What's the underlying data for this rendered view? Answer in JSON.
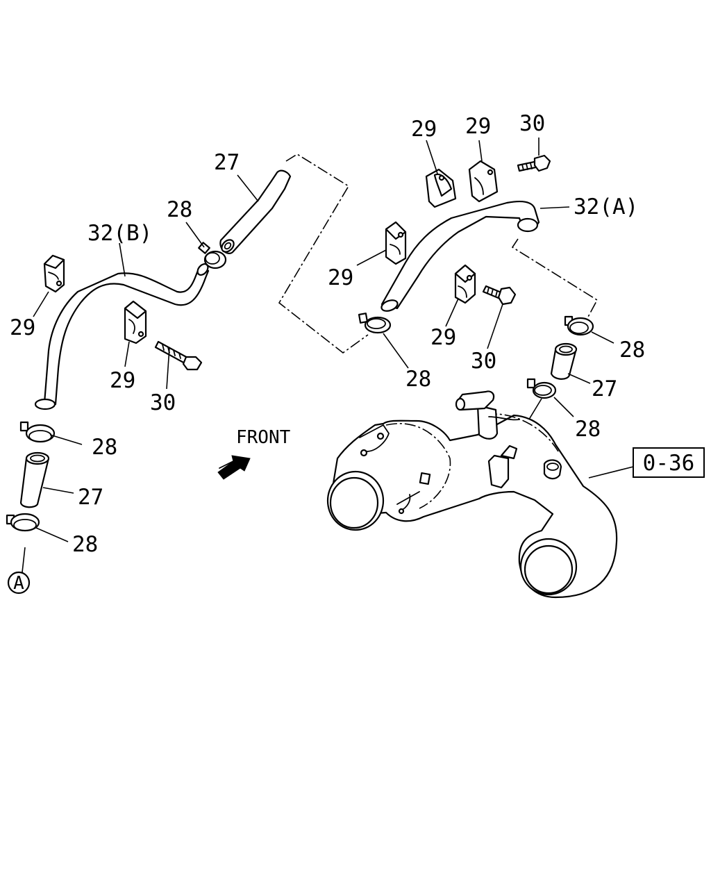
{
  "diagram": {
    "labels": {
      "p27_top": "27",
      "p28_top_left": "28",
      "p32_b": "32(B)",
      "p29_left": "29",
      "p29_mid_left": "29",
      "p30_mid_left": "30",
      "p28_left_upper": "28",
      "p27_left": "27",
      "p28_left_lower": "28",
      "marker_a": "A",
      "front": "FRONT",
      "p29_top_1": "29",
      "p29_top_2": "29",
      "p30_top": "30",
      "p32_a": "32(A)",
      "p29_right_left": "29",
      "p29_right_mid": "29",
      "p30_right_mid": "30",
      "p28_center": "28",
      "p28_right_upper": "28",
      "p27_right": "27",
      "p28_right_lower": "28",
      "ref_box": "0-36"
    }
  }
}
